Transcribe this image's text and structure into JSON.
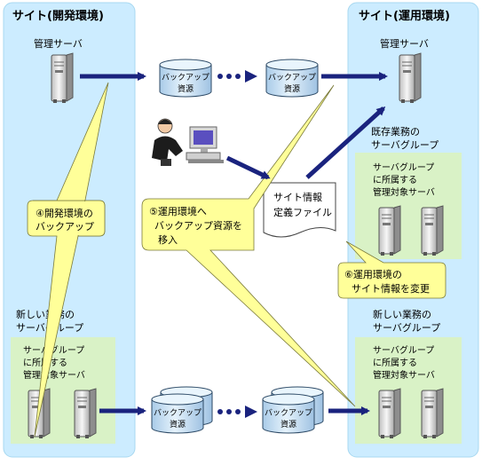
{
  "sites": {
    "dev": {
      "title": "サイト(開発環境)"
    },
    "ops": {
      "title": "サイト(運用環境)"
    }
  },
  "labels": {
    "mgmt_server_dev": "管理サーバ",
    "mgmt_server_ops": "管理サーバ",
    "existing_group": [
      "既存業務の",
      "サーバグループ"
    ],
    "new_group_dev": [
      "新しい業務の",
      "サーバグループ"
    ],
    "new_group_ops": [
      "新しい業務の",
      "サーバグループ"
    ],
    "managed_servers": [
      "サーバグループ",
      "に所属する",
      "管理対象サーバ"
    ]
  },
  "backup_resource": [
    "バックアップ",
    "資源"
  ],
  "site_info_file": [
    "サイト情報",
    "定義ファイル"
  ],
  "callouts": {
    "step4": [
      "④開発環境の",
      "バックアップ"
    ],
    "step5": [
      "⑤運用環境へ",
      "バックアップ資源を",
      "移入"
    ],
    "step6": [
      "⑥運用環境の",
      "サイト情報を変更"
    ]
  },
  "colors": {
    "site_bg": "#ccecff",
    "group_bg": "#d9f2c6",
    "callout_bg": "#ffff99",
    "arrow": "#1a237e",
    "cylinder": "#c9e3f7"
  }
}
